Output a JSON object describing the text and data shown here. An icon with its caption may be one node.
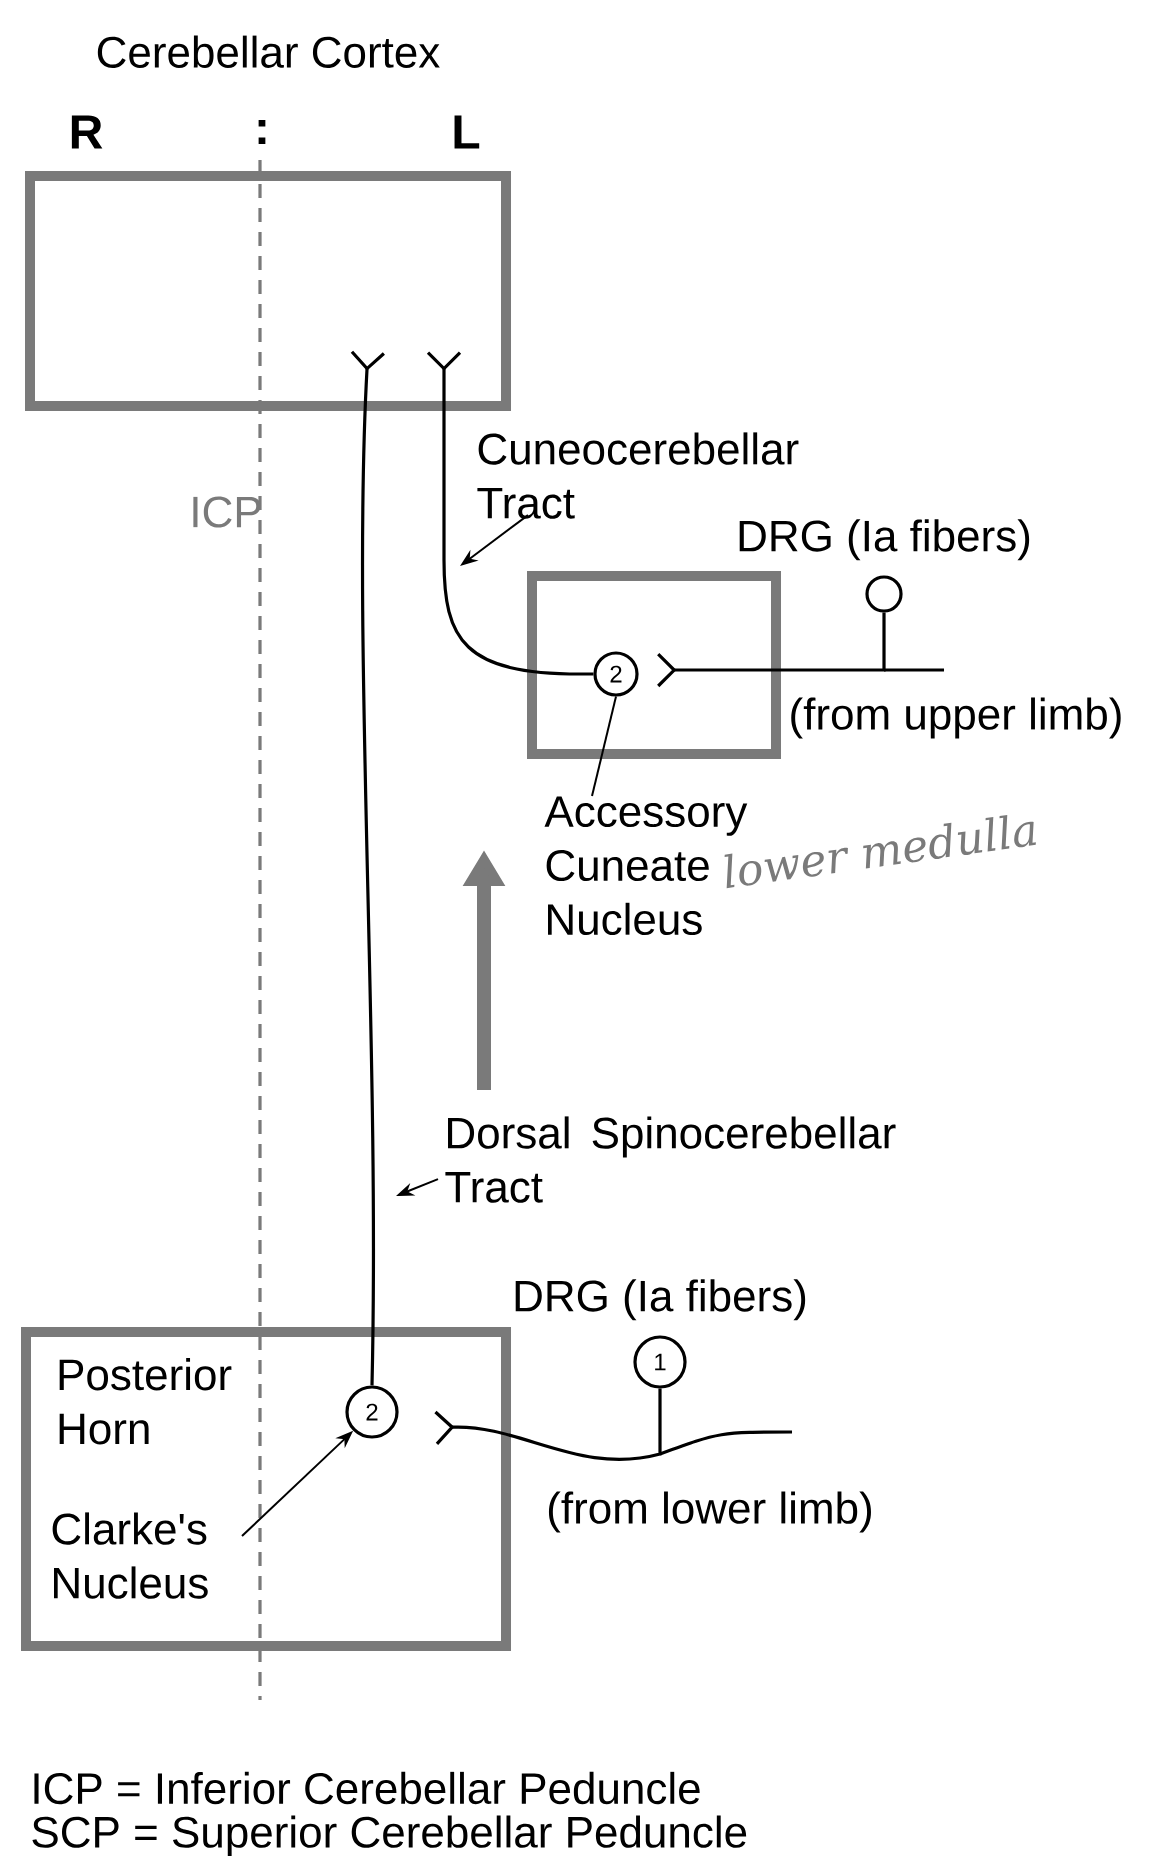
{
  "diagram": {
    "nodes": [
      {
        "text": [
          "Cerebellar Cortex"
        ]
      },
      {
        "text": [],
        "shape": "box"
      },
      {
        "text": [
          "2"
        ],
        "in": 1
      },
      {
        "text": [
          "Posterior Horn"
        ]
      },
      {
        "text": [
          "2"
        ],
        "in": 3
      },
      {
        "text": [
          "1"
        ],
        "beside": [
          "DRG (Ia fibers)"
        ]
      },
      {
        "text": [],
        "shape": "circle",
        "beside": [
          "DRG (Ia fibers)"
        ]
      },
      {
        "text": [
          "Cuneocerebellar Tract"
        ]
      },
      {
        "text": [
          "Accessory Cuneate Nucleus"
        ]
      },
      {
        "text": [
          "Clarke's Nucleus"
        ],
        "in": 3
      },
      {
        "text": [
          "Dorsal Spinocerebellar Tract"
        ]
      }
    ],
    "edges": [
      {
        "from": 4,
        "to": 0,
        "arrow": "other"
      },
      {
        "from": 2,
        "to": 0,
        "arrow": "other"
      },
      {
        "from": 6,
        "to": 2,
        "arrow": "other"
      },
      {
        "from": 5,
        "to": 4,
        "arrow": "other"
      },
      {
        "from": 7,
        "to": null,
        "arrow": "to"
      },
      {
        "from": 8,
        "to": 2,
        "arrow": "none"
      },
      {
        "from": 9,
        "to": 4,
        "arrow": "to"
      },
      {
        "from": 10,
        "to": null,
        "arrow": "to"
      }
    ],
    "labels": [
      "R",
      ":",
      "L",
      "ICP",
      "(from upper limb)",
      "(from lower limb)",
      "lower medulla",
      "ICP = Inferior Cerebellar Peduncle",
      "SCP = Superior Cerebellar Peduncle"
    ]
  }
}
